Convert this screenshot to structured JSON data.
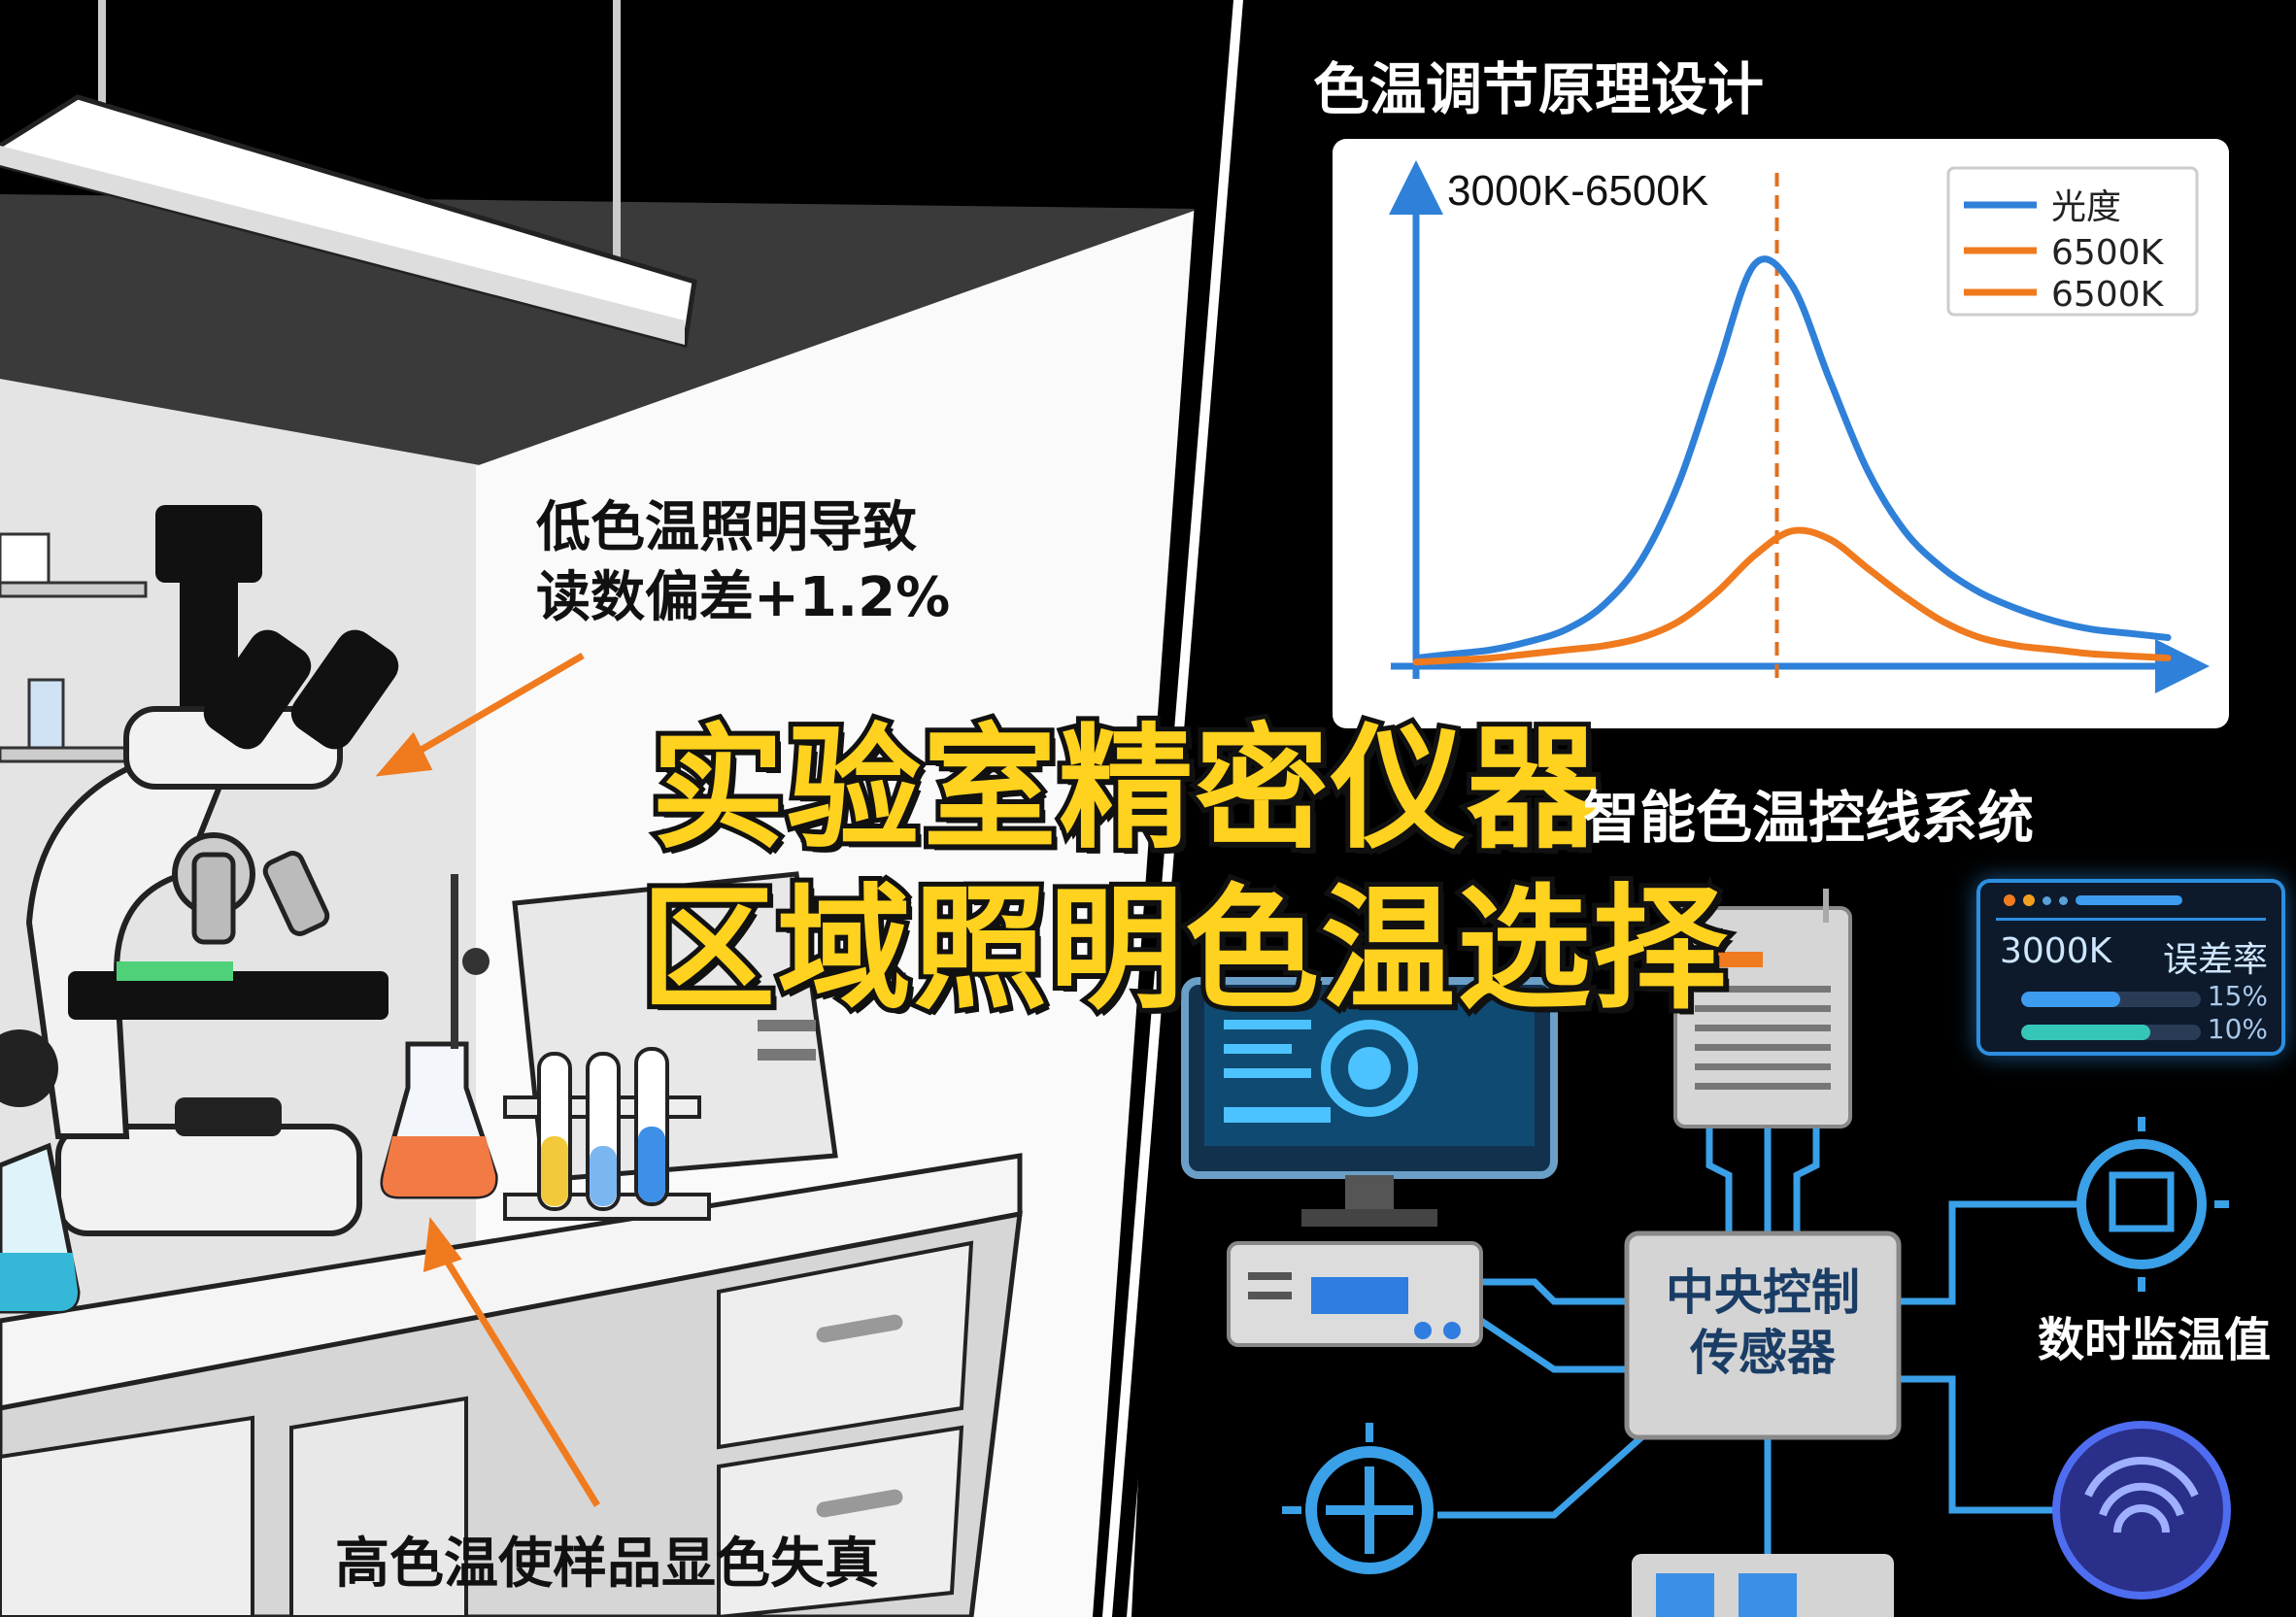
{
  "left_panel": {
    "label_low_temp": [
      "低色温照明导致",
      "读数偏差+1.2%"
    ],
    "label_high_temp": "高色温使样品显色失真",
    "arrow_color": "#F07A1E"
  },
  "headline": {
    "line1": "实验室精密仪器",
    "line2": "区域照明色温选择",
    "color": "#FFD21F"
  },
  "chart_section": {
    "title": "色温调节原理设计"
  },
  "chart_data": {
    "type": "line",
    "title": "3000K-6500K",
    "xlabel": "",
    "ylabel": "",
    "grid": false,
    "legend_position": "top-right",
    "x": [
      0,
      0.5,
      1,
      1.5,
      2,
      2.5,
      3,
      3.5,
      4,
      4.5,
      5,
      5.5,
      6,
      6.5,
      7,
      7.5,
      8,
      8.5,
      9,
      9.5,
      10
    ],
    "series": [
      {
        "name": "光度",
        "color": "#2F80D8",
        "values": [
          2,
          3,
          4,
          6,
          9,
          15,
          26,
          45,
          72,
          98,
          93,
          70,
          48,
          33,
          24,
          18,
          14,
          11,
          9,
          8,
          7
        ]
      },
      {
        "name": "6500K",
        "color": "#F07A1E",
        "values": [
          1,
          1.5,
          2,
          3,
          4,
          5,
          7,
          11,
          18,
          27,
          33,
          31,
          24,
          17,
          11,
          7,
          5,
          4,
          3,
          2.5,
          2
        ]
      }
    ],
    "legend_entries": [
      "光度",
      "6500K",
      "6500K"
    ],
    "reference_line_x": 4.8,
    "ylim": [
      0,
      100
    ],
    "xlim": [
      0,
      10
    ]
  },
  "system": {
    "title": "智能色温控线系统",
    "status_panel": {
      "temp": "3000K",
      "error_label": "误差率",
      "bars": [
        {
          "value": "15%",
          "fill": 0.55,
          "color": "#3D9BF0"
        },
        {
          "value": "10%",
          "fill": 0.72,
          "color": "#35C6B8"
        }
      ]
    },
    "central_box": [
      "中央控制",
      "传感器"
    ],
    "monitor_label": "数时监温值",
    "line_color": "#3AA0E8"
  }
}
